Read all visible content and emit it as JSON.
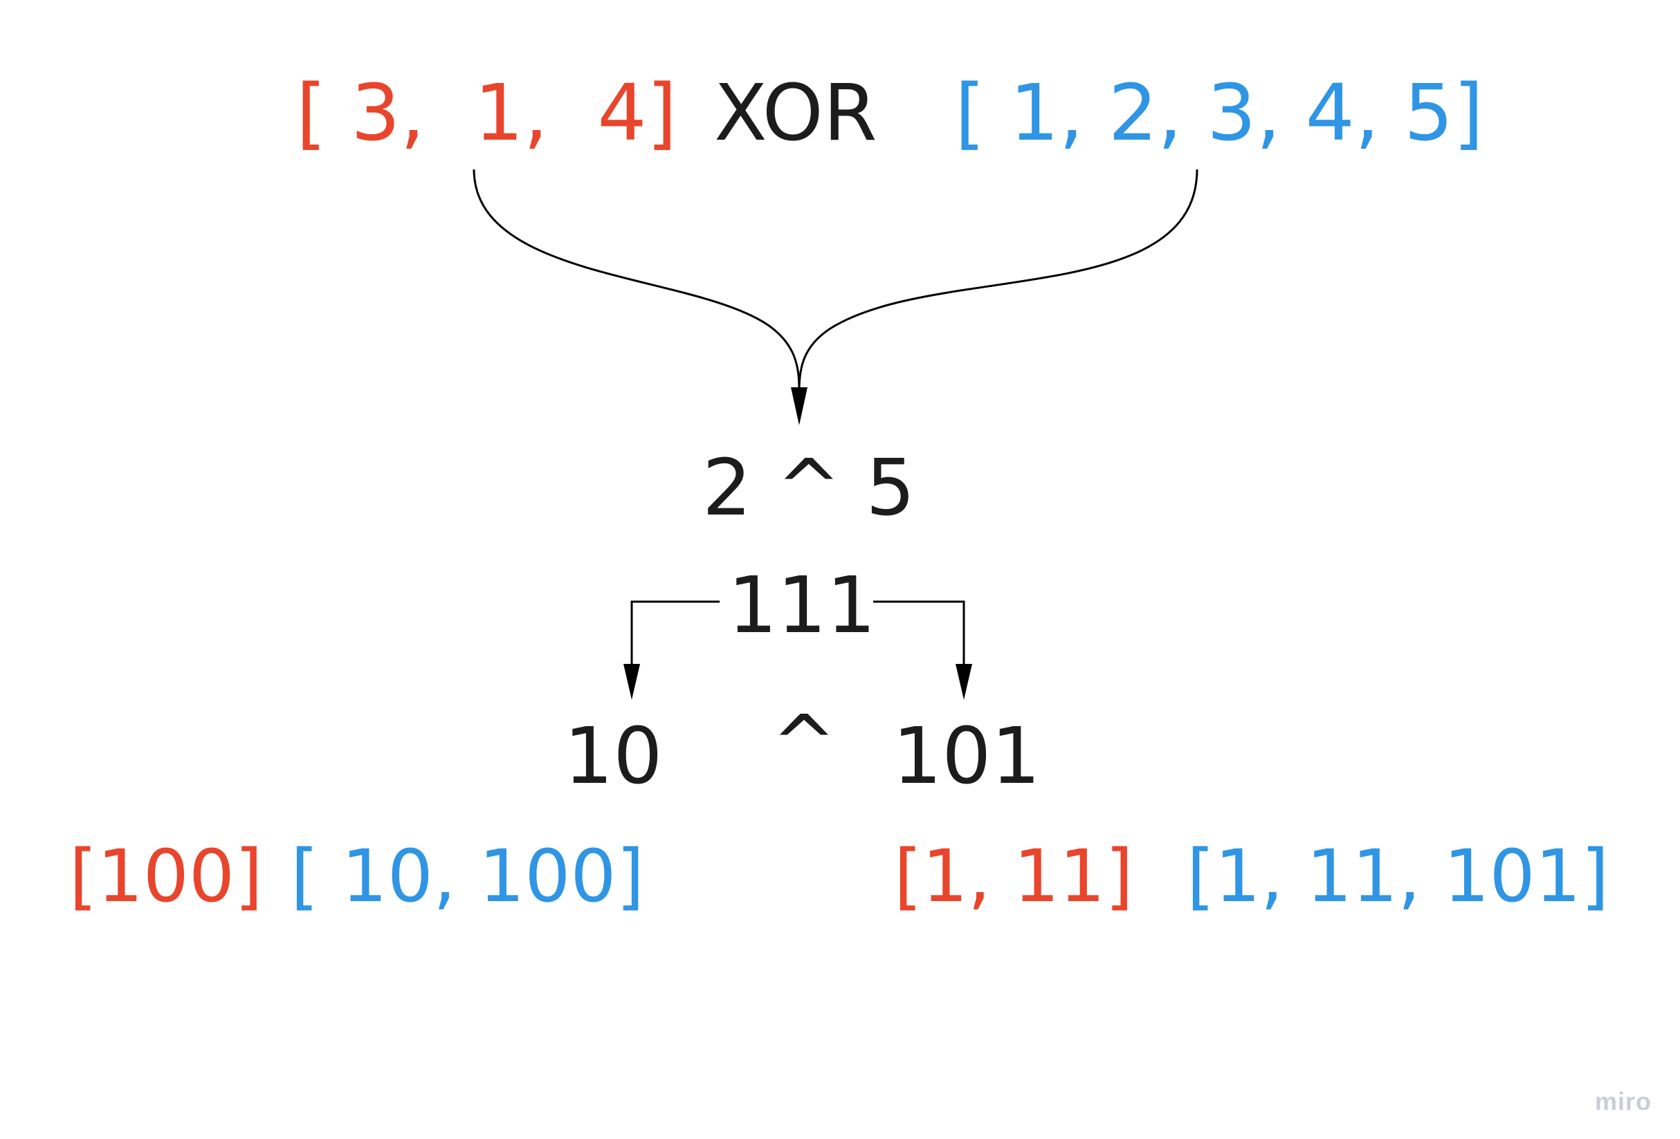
{
  "top_row": {
    "left_array": "[ 3,  1,  4]",
    "operator": "XOR",
    "right_array": "[ 1, 2, 3, 4, 5]"
  },
  "middle": {
    "expression": "2 ^ 5",
    "xor_binary": "111"
  },
  "split": {
    "left_bits": "10",
    "operator": "^",
    "right_bits": "101"
  },
  "bottom_row": {
    "group1_red": "[100]",
    "group1_blue": "[ 10, 100]",
    "group2_red": "[1, 11]",
    "group2_blue": "[1, 11, 101]"
  },
  "watermark": "miro",
  "colors": {
    "red": "#e8452c",
    "blue": "#2f95e4",
    "text": "#1c1c1c",
    "line": "#000000"
  }
}
